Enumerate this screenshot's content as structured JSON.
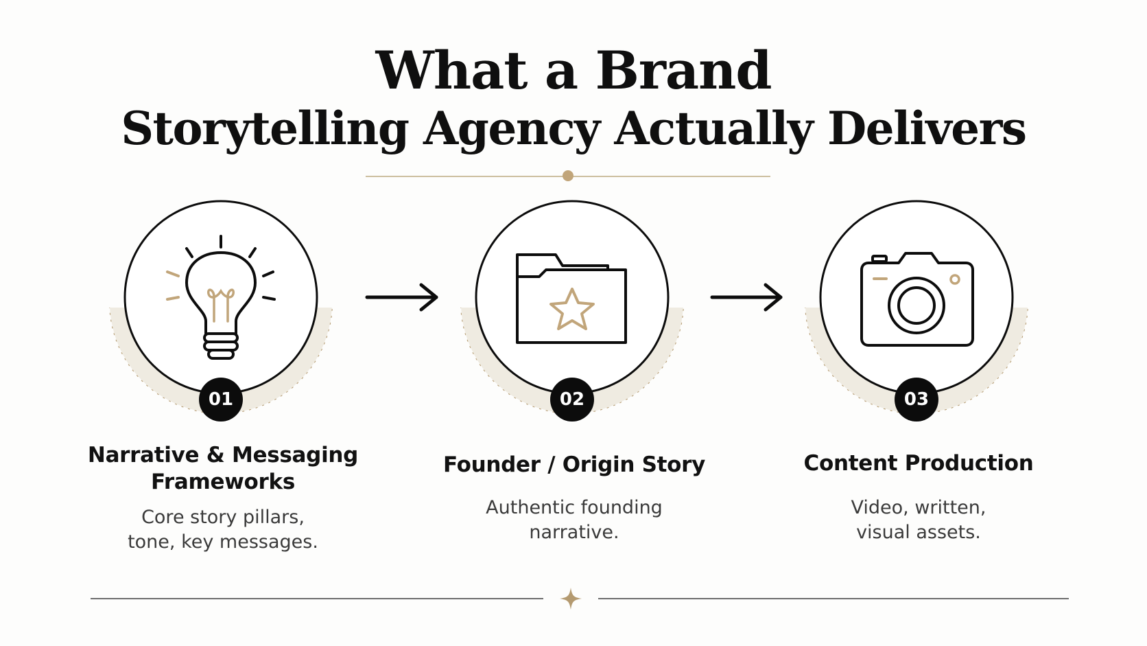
{
  "title": {
    "line1": "What a Brand",
    "line2": "Storytelling Agency Actually Delivers"
  },
  "accent_color": "#c1a57a",
  "steps": [
    {
      "number": "01",
      "icon": "lightbulb-icon",
      "title_line1": "Narrative & Messaging",
      "title_line2": "Frameworks",
      "desc_line1": "Core story pillars,",
      "desc_line2": "tone, key messages."
    },
    {
      "number": "02",
      "icon": "folder-star-icon",
      "title_line1": "Founder / Origin Story",
      "desc_line1": "Authentic founding",
      "desc_line2": "narrative."
    },
    {
      "number": "03",
      "icon": "camera-icon",
      "title_line1": "Content Production",
      "desc_line1": "Video, written,",
      "desc_line2": "visual assets."
    }
  ]
}
